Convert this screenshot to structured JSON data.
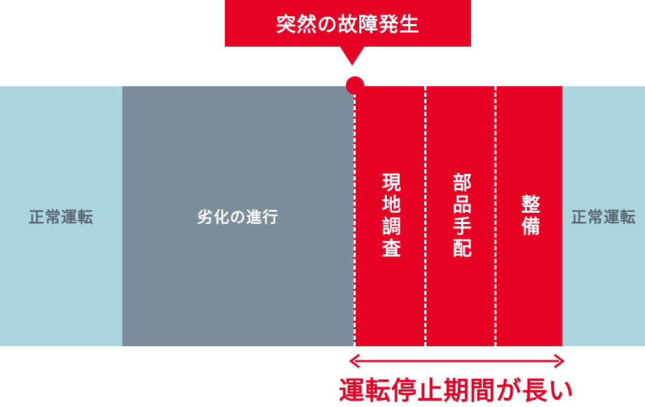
{
  "diagram": {
    "callout": {
      "label": "突然の故障発生"
    },
    "timeline": {
      "normal_before": "正常運転",
      "degradation": "劣化の進行",
      "site_survey": "現地調査",
      "parts_arrangement": "部品手配",
      "maintenance": "整備",
      "normal_after": "正常運転"
    },
    "duration": {
      "label": "運転停止期間が長い"
    },
    "colors": {
      "normal": "#acd6df",
      "degradation": "#7a8d99",
      "downtime": "#e60023",
      "normal_text": "#5a6670"
    }
  }
}
